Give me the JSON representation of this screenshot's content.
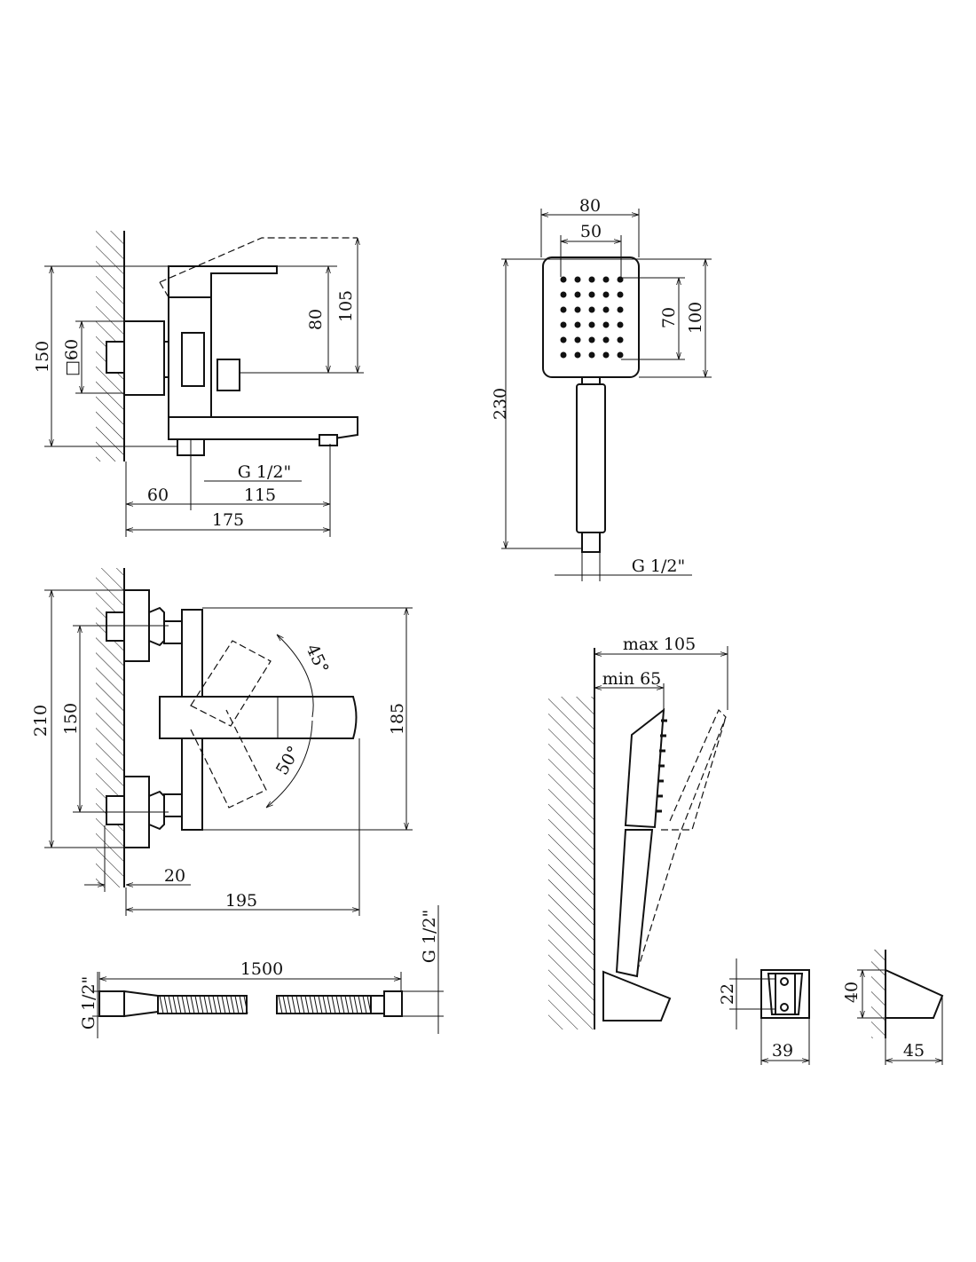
{
  "faucet_side_view": {
    "height_total": "150",
    "flange": "□60",
    "handle_height": "80",
    "lever_height": "105",
    "thread": "G 1/2\"",
    "wall_offset": "60",
    "spout_offset": "115",
    "depth_total": "175"
  },
  "hand_shower": {
    "head_width": "80",
    "nozzle_width": "50",
    "nozzle_height": "70",
    "head_height": "100",
    "total_length": "230",
    "thread": "G 1/2\""
  },
  "faucet_top_view": {
    "flange_span": "210",
    "inlet_spacing": "150",
    "body_height": "185",
    "angle_up": "45°",
    "angle_down": "50°",
    "eccentric": "20",
    "projection": "195"
  },
  "hose": {
    "length": "1500",
    "thread_left": "G 1/2\"",
    "thread_right": "G 1/2\""
  },
  "holder_side_view": {
    "max": "max 105",
    "min": "min 65"
  },
  "holder_detail": {
    "front_height": "22",
    "front_width": "39",
    "side_height": "40",
    "side_depth": "45"
  }
}
